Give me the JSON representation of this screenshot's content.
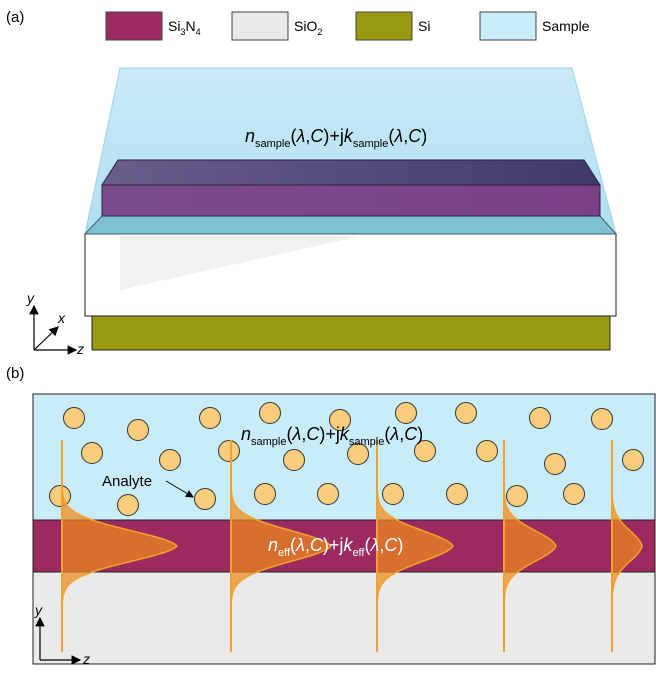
{
  "panels": {
    "a_label": "(a)",
    "b_label": "(b)"
  },
  "legend": [
    {
      "name": "legend-si3n4",
      "color": "#9b2a5e",
      "parts": [
        [
          "Si",
          ""
        ],
        [
          "3",
          "sub"
        ],
        [
          "N",
          ""
        ],
        [
          "4",
          "sub"
        ]
      ]
    },
    {
      "name": "legend-sio2",
      "color": "#eaeaea",
      "parts": [
        [
          "SiO",
          ""
        ],
        [
          "2",
          "sub"
        ]
      ]
    },
    {
      "name": "legend-si",
      "color": "#9a9a12",
      "parts": [
        [
          "Si",
          ""
        ]
      ]
    },
    {
      "name": "legend-sample",
      "color": "#c8ecf8",
      "parts": [
        [
          "Sample",
          ""
        ]
      ]
    }
  ],
  "equations": {
    "sample": {
      "n": "n",
      "n_sub": "sample",
      "args1": "(",
      "lambda": "λ",
      "comma": ",",
      "C": "C",
      "close": ")",
      "plus_j": "+j",
      "k": "k",
      "k_sub": "sample"
    },
    "eff": {
      "n": "n",
      "n_sub": "eff",
      "plus_j": "+j",
      "k": "k",
      "k_sub": "eff",
      "lambda": "λ",
      "C": "C"
    }
  },
  "axes": {
    "a": {
      "y": "y",
      "x": "x",
      "z": "z"
    },
    "b": {
      "y": "y",
      "z": "z"
    }
  },
  "analyte_label": "Analyte",
  "colors": {
    "sample": "#c8ecf8",
    "si3n4": "#9b2a5e",
    "sio2": "#eaeaea",
    "si": "#9a9a12",
    "mode": "#f08a1c",
    "particle": "#f9cd7b"
  }
}
